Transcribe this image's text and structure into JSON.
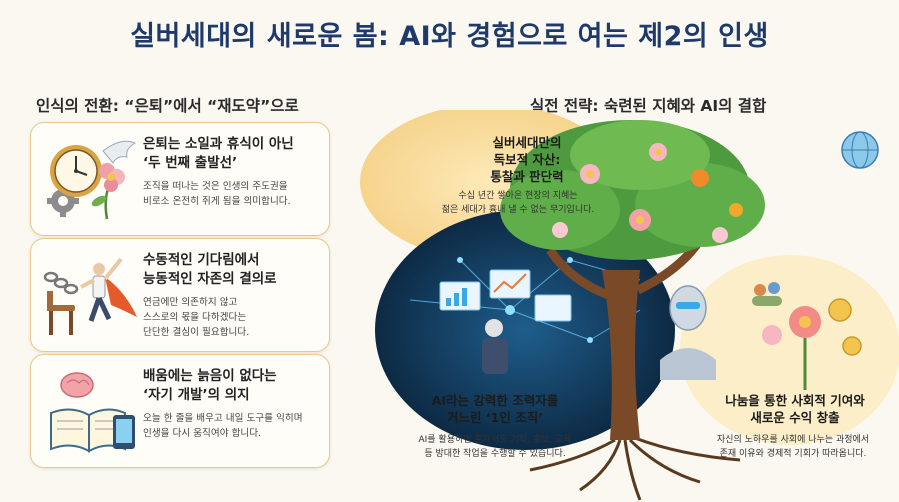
{
  "header": {
    "title": "실버세대의 새로운 봄: AI와 경험으로 여는 제2의 인생"
  },
  "left": {
    "heading": "인식의 전환: “은퇴”에서 “재도약”으로",
    "cards": [
      {
        "title_l1": "은퇴는 소일과 휴식이 아닌",
        "title_l2": "‘두 번째 출발선’",
        "desc_l1": "조직을 떠나는 것은 인생의 주도권을",
        "desc_l2": "비로소 온전히 쥐게 됨을 의미합니다."
      },
      {
        "title_l1": "수동적인 기다림에서",
        "title_l2": "능동적인 자존의 결의로",
        "desc_l1": "연금에만 의존하지 않고",
        "desc_l2": "스스로의 몫을 다하겠다는",
        "desc_l3": "단단한 결심이 필요합니다."
      },
      {
        "title_l1": "배움에는 늙음이 없다는",
        "title_l2": "‘자기 개발’의 의지",
        "desc_l1": "오늘 한 줄을 배우고 내일 도구를 익히며",
        "desc_l2": "인생을 다시 움직여야 합니다."
      }
    ]
  },
  "right": {
    "heading": "실전 전략: 숙련된 지혜와 AI의 결합",
    "top": {
      "title_l1": "실버세대만의",
      "title_l2": "독보적 자산:",
      "title_l3": "통찰과 판단력",
      "desc_l1": "수십 년간 쌓아온 현장의 지혜는",
      "desc_l2": "젊은 세대가 흉내 낼 수 없는 무기입니다."
    },
    "left_bottom": {
      "title_l1": "AI라는 강력한 조력자를",
      "title_l2": "거느린 ‘1인 조직’",
      "desc_l1": "AI를 활용하면 혼자서도 기획, 홍보, 교육",
      "desc_l2": "등 방대한 작업을 수행할 수 있습니다."
    },
    "right_bottom": {
      "title_l1": "나눔을 통한 사회적 기여와",
      "title_l2": "새로운 수익 창출",
      "desc_l1": "자신의 노하우를 사회에 나누는 과정에서",
      "desc_l2": "존재 이유와 경제적 기회가 따라옵니다."
    }
  },
  "icons": [
    "clock-icon",
    "gear-icon",
    "wing-icon",
    "flower-icon",
    "chain-icon",
    "chair-icon",
    "hero-figure-icon",
    "brain-icon",
    "book-icon",
    "tablet-icon",
    "robot-icon",
    "globe-icon",
    "coin-icon",
    "chart-icon",
    "people-icon"
  ],
  "colors": {
    "title": "#1e3a6b",
    "card_border": "#e7c98e",
    "tree_trunk": "#7a4a28",
    "tech_glow": "#3aa7e8"
  }
}
